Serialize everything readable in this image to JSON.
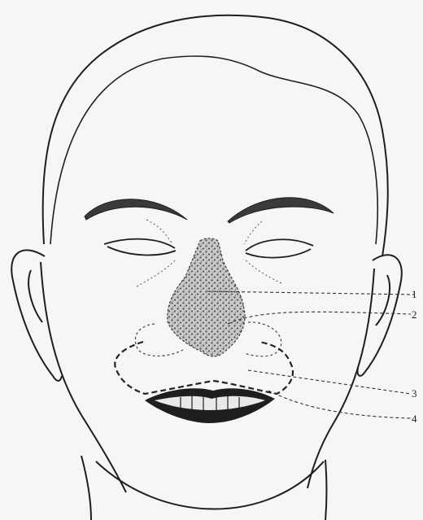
{
  "diagram": {
    "colors": {
      "paper": "#f6f6f4",
      "ink": "#1e1e1e",
      "lesion": "#4a4a4a"
    },
    "callouts": [
      {
        "label": "1"
      },
      {
        "label": "2"
      },
      {
        "label": "3"
      },
      {
        "label": "4"
      }
    ]
  }
}
